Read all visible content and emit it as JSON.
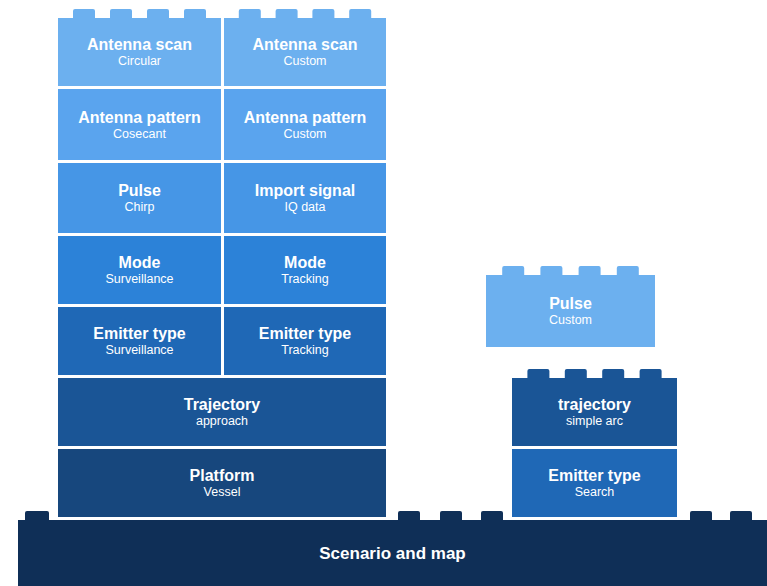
{
  "diagram": {
    "nodes": [
      {
        "text": [
          "Antenna scan",
          "Circular"
        ]
      },
      {
        "text": [
          "Antenna scan",
          "Custom"
        ]
      },
      {
        "text": [
          "Antenna pattern",
          "Cosecant"
        ]
      },
      {
        "text": [
          "Antenna pattern",
          "Custom"
        ]
      },
      {
        "text": [
          "Pulse",
          "Chirp"
        ]
      },
      {
        "text": [
          "Import signal",
          "IQ data"
        ]
      },
      {
        "text": [
          "Mode",
          "Surveillance"
        ]
      },
      {
        "text": [
          "Mode",
          "Tracking"
        ]
      },
      {
        "text": [
          "Emitter type",
          "Surveillance"
        ]
      },
      {
        "text": [
          "Emitter type",
          "Tracking"
        ]
      },
      {
        "text": [
          "Pulse",
          "Custom"
        ]
      },
      {
        "text": [
          "Trajectory",
          "approach"
        ]
      },
      {
        "text": [
          "trajectory",
          "simple arc"
        ]
      },
      {
        "text": [
          "Platform",
          "Vessel"
        ]
      },
      {
        "text": [
          "Emitter type",
          "Search"
        ]
      },
      {
        "text": [
          "Scenario and map"
        ]
      }
    ]
  }
}
